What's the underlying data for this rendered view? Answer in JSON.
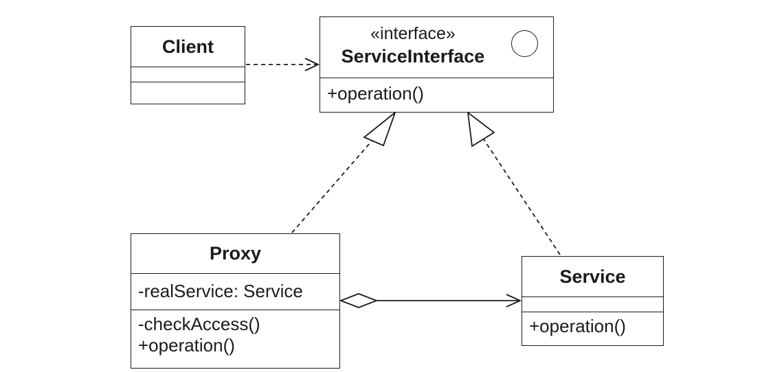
{
  "diagram": {
    "classes": {
      "client": {
        "name": "Client"
      },
      "service_interface": {
        "stereotype": "«interface»",
        "name": "ServiceInterface",
        "operations": [
          "+operation()"
        ]
      },
      "proxy": {
        "name": "Proxy",
        "attributes": [
          "-realService: Service"
        ],
        "operations": [
          "-checkAccess()",
          "+operation()"
        ]
      },
      "service": {
        "name": "Service",
        "operations": [
          "+operation()"
        ]
      }
    },
    "relationships": [
      {
        "type": "dependency",
        "from": "Client",
        "to": "ServiceInterface"
      },
      {
        "type": "realization",
        "from": "Proxy",
        "to": "ServiceInterface"
      },
      {
        "type": "realization",
        "from": "Service",
        "to": "ServiceInterface"
      },
      {
        "type": "aggregation",
        "from": "Proxy",
        "to": "Service"
      }
    ],
    "colors": {
      "line": "#1a1a1a",
      "background": "#ffffff"
    }
  }
}
